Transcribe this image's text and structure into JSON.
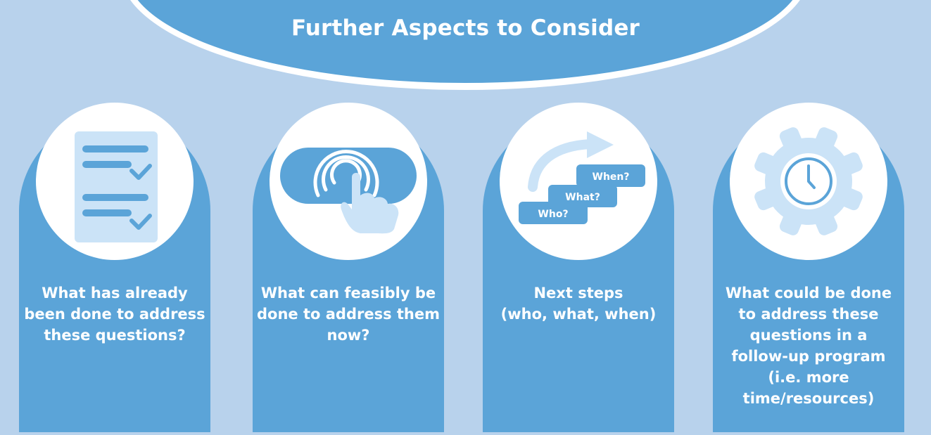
{
  "header": {
    "title": "Further Aspects to Consider"
  },
  "colors": {
    "background": "#b8d2ec",
    "card": "#5ba4d8",
    "circle": "#ffffff",
    "icon_light": "#cbe3f7",
    "icon_dark": "#5ba4d8"
  },
  "cards": [
    {
      "icon": "checklist-icon",
      "label": "What has already\nbeen done to address\nthese questions?"
    },
    {
      "icon": "touch-button-icon",
      "label": "What can feasibly be\ndone to address them\nnow?"
    },
    {
      "icon": "next-steps-icon",
      "label": "Next steps\n(who, what, when)",
      "bubbles": {
        "when": "When?",
        "what": "What?",
        "who": "Who?"
      }
    },
    {
      "icon": "gear-clock-icon",
      "label": "What could be done\nto address these\nquestions in a\nfollow-up program\n(i.e. more\ntime/resources)"
    }
  ]
}
